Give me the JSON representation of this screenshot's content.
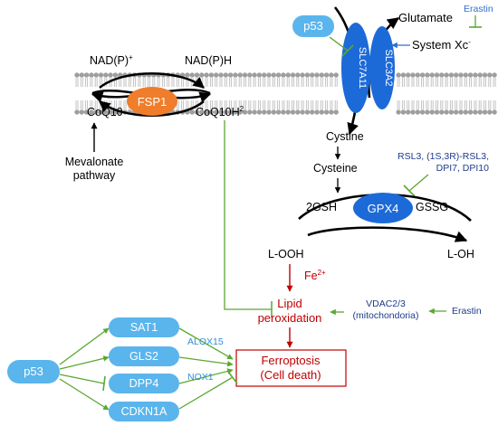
{
  "membrane": {
    "nadp_plus": "NAD(P)",
    "nadp_plus_sup": "+",
    "nadph": "NAD(P)H",
    "fsp1": "FSP1",
    "coq10": "CoQ10",
    "coq10h2": "CoQ10H",
    "coq10h2_sup": "2",
    "mevalonate_line1": "Mevalonate",
    "mevalonate_line2": "pathway"
  },
  "transporter": {
    "p53": "p53",
    "slc7a11": "SLC7A11",
    "slc3a2": "SLC3A2",
    "glutamate": "Glutamate",
    "erastin": "Erastin",
    "system_xc": "System Xc",
    "system_xc_sup": "-"
  },
  "glutathione": {
    "cystine": "Cystine",
    "cysteine": "Cysteine",
    "inhibitors_line1": "RSL3, (1S,3R)-RSL3,",
    "inhibitors_line2": "DPI7, DPI10",
    "gsh": "2GSH",
    "gpx4": "GPX4",
    "gssg": "GSSG",
    "looh": "L-OOH",
    "loh": "L-OH"
  },
  "peroxidation": {
    "fe": "Fe",
    "fe_sup": "2+",
    "lipid_line1": "Lipid",
    "lipid_line2": "peroxidation",
    "vdac_line1": "VDAC2/3",
    "vdac_line2": "(mitochondoria)",
    "erastin": "Erastin"
  },
  "p53_targets": {
    "p53": "p53",
    "sat1": "SAT1",
    "gls2": "GLS2",
    "dpp4": "DPP4",
    "cdkn1a": "CDKN1A",
    "alox15": "ALOX15",
    "nox1": "NOX1"
  },
  "outcome": {
    "line1": "Ferroptosis",
    "line2": "(Cell death)"
  },
  "colors": {
    "red": "#c00000",
    "green": "#5aa832",
    "navy": "#1f3b8a",
    "teal": "#2e8fd6",
    "pill": "#5ab5ec",
    "oval_blue": "#1c6ad8",
    "fsp1": "#ef7d2c"
  }
}
